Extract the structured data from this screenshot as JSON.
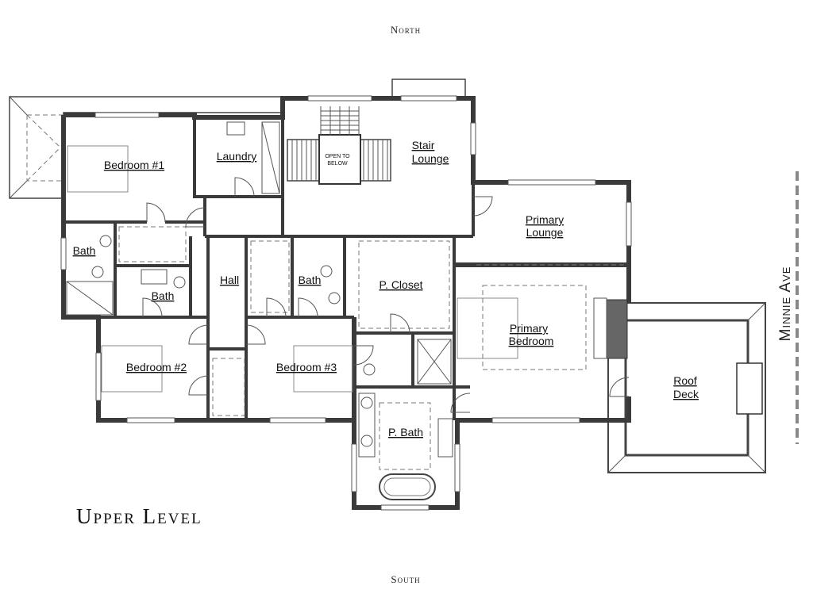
{
  "compass": {
    "north": "North",
    "south": "South"
  },
  "street": "Minnie Ave",
  "level_title": "Upper Level",
  "rooms": {
    "bedroom1": "Bedroom #1",
    "laundry": "Laundry",
    "open_to_below_line1": "OPEN TO",
    "open_to_below_line2": "BELOW",
    "stair_lounge_line1": "Stair",
    "stair_lounge_line2": "Lounge",
    "primary_lounge_line1": "Primary",
    "primary_lounge_line2": "Lounge",
    "bath_left": "Bath",
    "bath_mid": "Bath",
    "hall": "Hall",
    "bath_right": "Bath",
    "p_closet": "P. Closet",
    "primary_bedroom_line1": "Primary",
    "primary_bedroom_line2": "Bedroom",
    "roof_deck_line1": "Roof",
    "roof_deck_line2": "Deck",
    "bedroom2": "Bedroom #2",
    "bedroom3": "Bedroom #3",
    "p_bath": "P. Bath"
  }
}
